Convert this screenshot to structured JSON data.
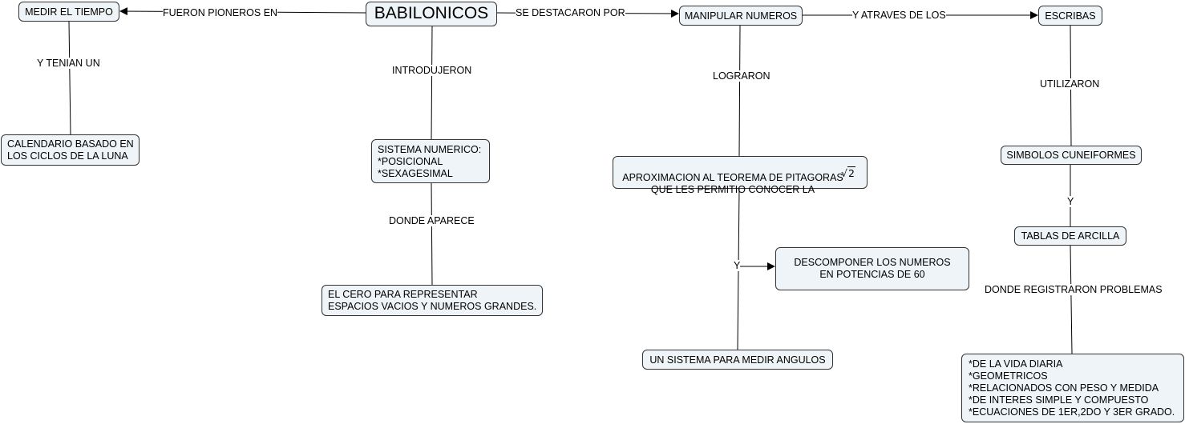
{
  "nodes": {
    "babilonicos": "BABILONICOS",
    "medir_tiempo": "MEDIR EL TIEMPO",
    "calendario": "CALENDARIO BASADO EN\nLOS CICLOS DE LA LUNA",
    "sistema_numerico": "SISTEMA NUMERICO:\n*POSICIONAL\n*SEXAGESIMAL",
    "el_cero": "EL CERO PARA REPRESENTAR\nESPACIOS VACIOS Y NUMEROS GRANDES.",
    "manipular": "MANIPULAR NUMEROS",
    "aproximacion": "APROXIMACION AL TEOREMA DE PITAGORAS\nQUE LES PERMITIO CONOCER LA",
    "sqrt_symbol": "√",
    "sqrt_value": "2",
    "descomponer": "DESCOMPONER LOS NUMEROS\nEN POTENCIAS DE 60",
    "medir_angulos": "UN SISTEMA PARA MEDIR ANGULOS",
    "escribas": "ESCRIBAS",
    "simbolos": "SIMBOLOS CUNEIFORMES",
    "tablas": "TABLAS DE ARCILLA",
    "problemas": "*DE LA VIDA DIARIA\n*GEOMETRICOS\n*RELACIONADOS CON PESO Y MEDIDA\n*DE INTERES SIMPLE Y COMPUESTO\n*ECUACIONES DE 1ER,2DO Y 3ER GRADO."
  },
  "links": {
    "fueron_pioneros": "FUERON  PIONEROS EN",
    "tenian_un": "Y TENIAN UN",
    "introdujeron": "INTRODUJERON",
    "donde_aparece": "DONDE APARECE",
    "destacaron_por": "SE DESTACARON POR",
    "atraves_de": "Y ATRAVES DE LOS",
    "lograron": "LOGRARON",
    "y_pitagoras": "Y",
    "utilizaron": "UTILIZARON",
    "y_simbolos": "Y",
    "donde_registraron": "DONDE REGISTRARON PROBLEMAS"
  },
  "colors": {
    "node_fill": "#eef4f7",
    "node_border": "#333333",
    "line": "#000000"
  }
}
